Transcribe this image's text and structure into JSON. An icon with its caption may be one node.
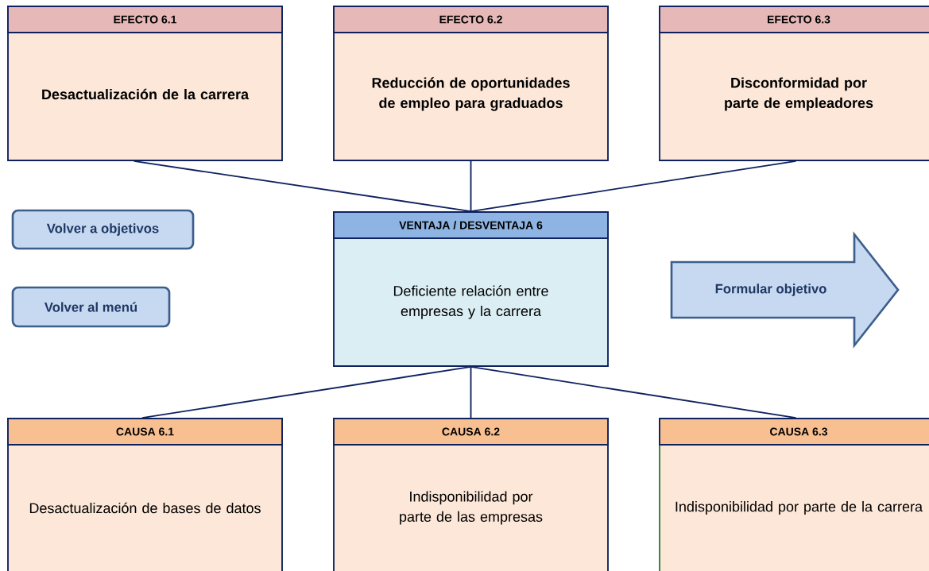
{
  "diagram": {
    "nodes": [
      {
        "text": [
          "EFECTO 6.1",
          "Desactualización de la carrera"
        ]
      },
      {
        "text": [
          "EFECTO 6.2",
          "Reducción de oportunidades de empleo para graduados"
        ]
      },
      {
        "text": [
          "EFECTO 6.3",
          "Disconformidad por parte de empleadores"
        ]
      },
      {
        "text": [
          "VENTAJA / DESVENTAJA 6",
          "Deficiente relación entre empresas y la carrera"
        ]
      },
      {
        "text": [
          "CAUSA 6.1",
          "Desactualización de bases de datos"
        ]
      },
      {
        "text": [
          "CAUSA 6.2",
          "Indisponibilidad por parte de las empresas"
        ]
      },
      {
        "text": [
          "CAUSA 6.3",
          "Indisponibilidad por parte de la carrera"
        ]
      },
      {
        "text": [
          "Volver a objetivos"
        ]
      },
      {
        "text": [
          "Volver al menú"
        ]
      },
      {
        "text": [
          "Formular objetivo"
        ]
      }
    ],
    "edges": [
      {
        "from": 0,
        "to": 3,
        "arrow": "none"
      },
      {
        "from": 1,
        "to": 3,
        "arrow": "none"
      },
      {
        "from": 2,
        "to": 3,
        "arrow": "none"
      },
      {
        "from": 3,
        "to": 4,
        "arrow": "none"
      },
      {
        "from": 3,
        "to": 5,
        "arrow": "none"
      },
      {
        "from": 3,
        "to": 6,
        "arrow": "none"
      }
    ]
  }
}
